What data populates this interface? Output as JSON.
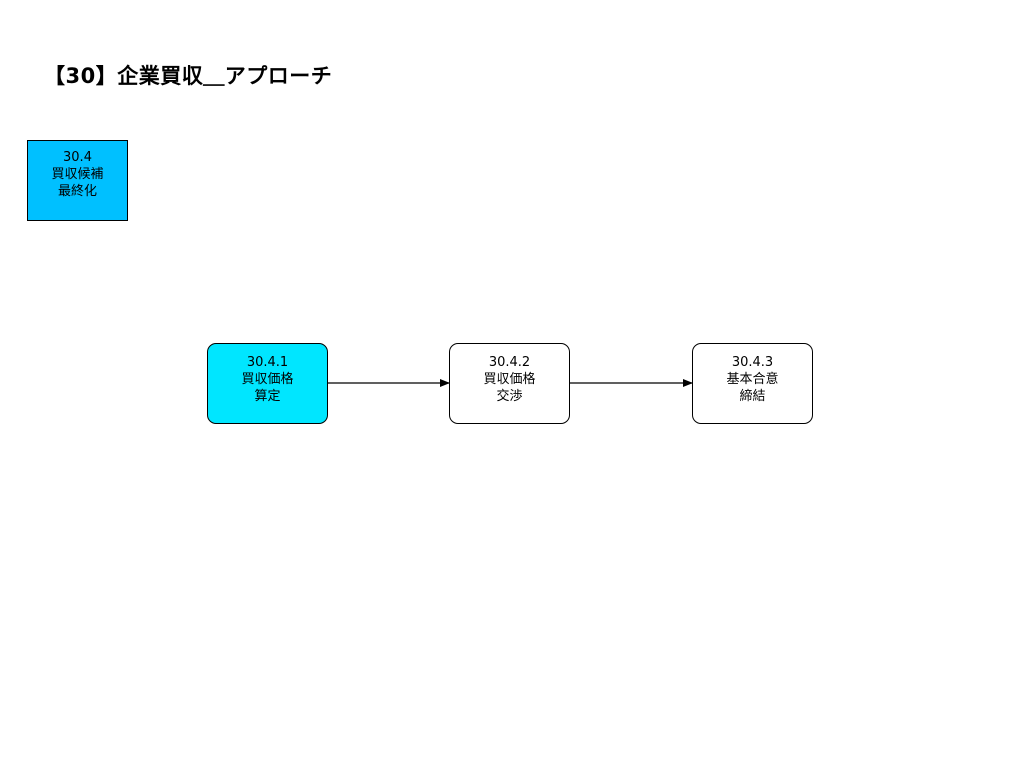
{
  "page": {
    "title": "【30】企業買収＿アプローチ"
  },
  "parent": {
    "code": "30.4",
    "line1": "買収候補",
    "line2": "最終化",
    "fill": "#00c0ff"
  },
  "steps": [
    {
      "code": "30.4.1",
      "line1": "買収価格",
      "line2": "算定",
      "fill": "#00e6ff",
      "highlighted": true
    },
    {
      "code": "30.4.2",
      "line1": "買収価格",
      "line2": "交渉",
      "fill": "#ffffff",
      "highlighted": false
    },
    {
      "code": "30.4.3",
      "line1": "基本合意",
      "line2": "締結",
      "fill": "#ffffff",
      "highlighted": false
    }
  ],
  "connectors": [
    {
      "from": "30.4.1",
      "to": "30.4.2"
    },
    {
      "from": "30.4.2",
      "to": "30.4.3"
    }
  ]
}
